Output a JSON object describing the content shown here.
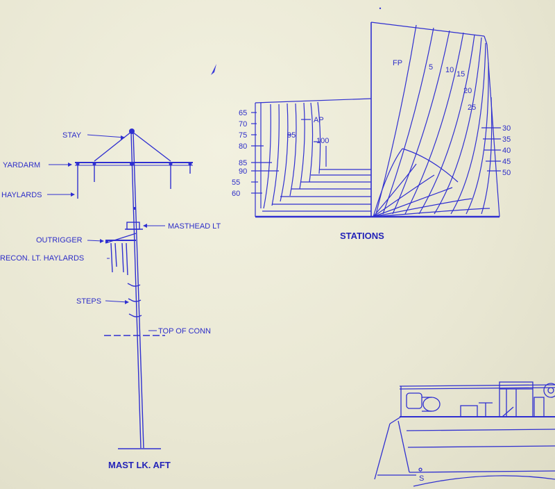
{
  "mast_drawing": {
    "caption": "MAST LK. AFT",
    "labels": {
      "stay": "STAY",
      "yardarm": "YARDARM",
      "haylards": "HAYLARDS",
      "masthead_lt": "MASTHEAD LT",
      "outrigger": "OUTRIGGER",
      "recon_lt_haylards": "RECON. LT. HAYLARDS",
      "steps": "STEPS",
      "top_of_conn": "TOP OF CONN"
    }
  },
  "stations_drawing": {
    "caption": "STATIONS",
    "fwd_labels": [
      "FP",
      "5",
      "10",
      "15",
      "20",
      "25",
      "30",
      "35",
      "40",
      "45",
      "50"
    ],
    "aft_labels": [
      "65",
      "70",
      "75",
      "80",
      "85",
      "90",
      "55",
      "60",
      "95",
      "AP",
      "100"
    ]
  },
  "colors": {
    "paper": "#ecebd9",
    "ink": "#2f2fd0"
  }
}
